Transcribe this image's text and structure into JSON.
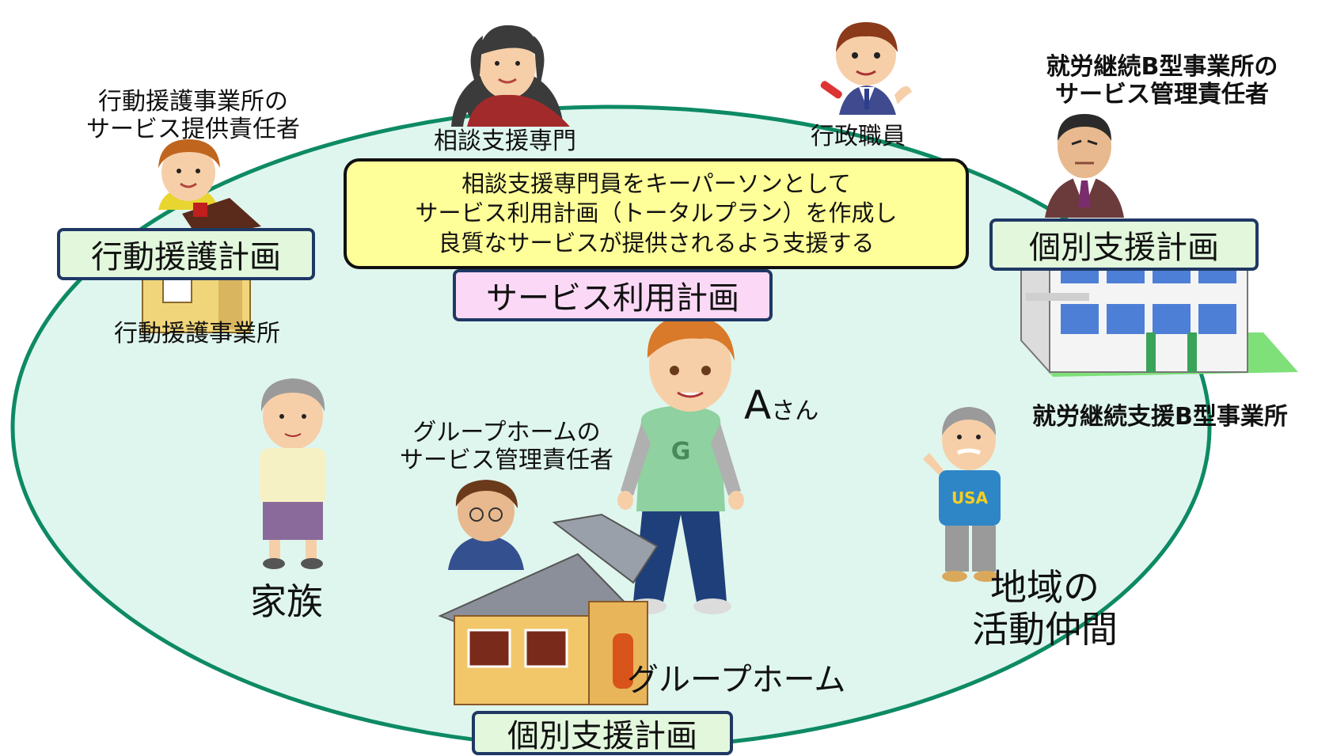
{
  "colors": {
    "circle_fill": "#dff6ee",
    "circle_stroke": "#0d8a64",
    "plan_green_bg": "#e2f7dc",
    "plan_pink_bg": "#fbd9f6",
    "plan_border": "#1f3864",
    "summary_bg": "#ffff99"
  },
  "labels": {
    "behavior_support_staff": [
      "行動援護事業所の",
      "サービス提供責任者"
    ],
    "behavior_support_office": "行動援護事業所",
    "consultation_specialist": "相談支援専門",
    "administrative_staff": "行政職員",
    "employment_b_manager": [
      "就労継続B型事業所の",
      "サービス管理責任者"
    ],
    "employment_b_office": "就労継続支援B型事業所",
    "person_a_letter": "A",
    "person_a_suffix": "さん",
    "group_home_manager": [
      "グループホームの",
      "サービス管理責任者"
    ],
    "family": "家族",
    "group_home": "グループホーム",
    "community_peers": [
      "地域の",
      "活動仲間"
    ]
  },
  "plans": {
    "behavior_support_plan": "行動援護計画",
    "individual_support_plan_top": "個別支援計画",
    "service_use_plan": "サービス利用計画",
    "individual_support_plan_bottom": "個別支援計画"
  },
  "summary": [
    "相談支援専門員をキーパーソンとして",
    "サービス利用計画（トータルプラン）を作成し",
    "良質なサービスが提供されるよう支援する"
  ],
  "icons": {
    "consultant": "woman-dark-hair-icon",
    "official": "official-man-icon",
    "manager": "businessman-icon",
    "office_building": "office-building-icon",
    "helper": "young-woman-icon",
    "small_house": "small-house-icon",
    "person_a": "young-man-icon",
    "grandmother": "grandmother-icon",
    "gh_staff": "elderly-woman-icon",
    "group_home_house": "group-home-house-icon",
    "peer": "old-man-icon"
  }
}
